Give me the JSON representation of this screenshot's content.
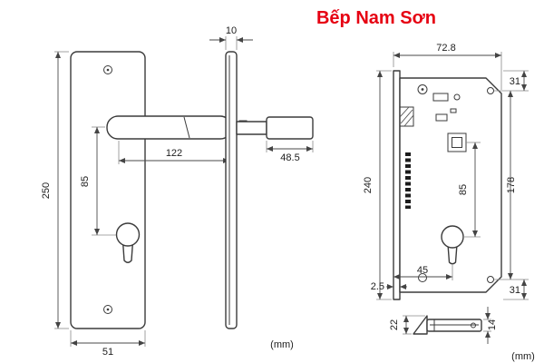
{
  "title": "Bếp Nam Sơn",
  "units_label": "(mm)",
  "colors": {
    "title_red": "#e60012",
    "line": "#3b3b3b",
    "dimension": "#4a4a4a"
  },
  "front_view": {
    "plate_height": "250",
    "handle_to_cylinder": "85",
    "handle_length": "122",
    "plate_width": "51"
  },
  "side_view": {
    "plate_thickness": "10",
    "handle_projection": "48.5"
  },
  "lock_body": {
    "case_width": "72.8",
    "height": "240",
    "screw_distance": "178",
    "center_distance": "85",
    "backset": "45",
    "top_margin": "31",
    "bottom_margin": "31",
    "faceplate_offset": "2.5"
  },
  "latch_part": {
    "height": "22",
    "width": "14"
  }
}
